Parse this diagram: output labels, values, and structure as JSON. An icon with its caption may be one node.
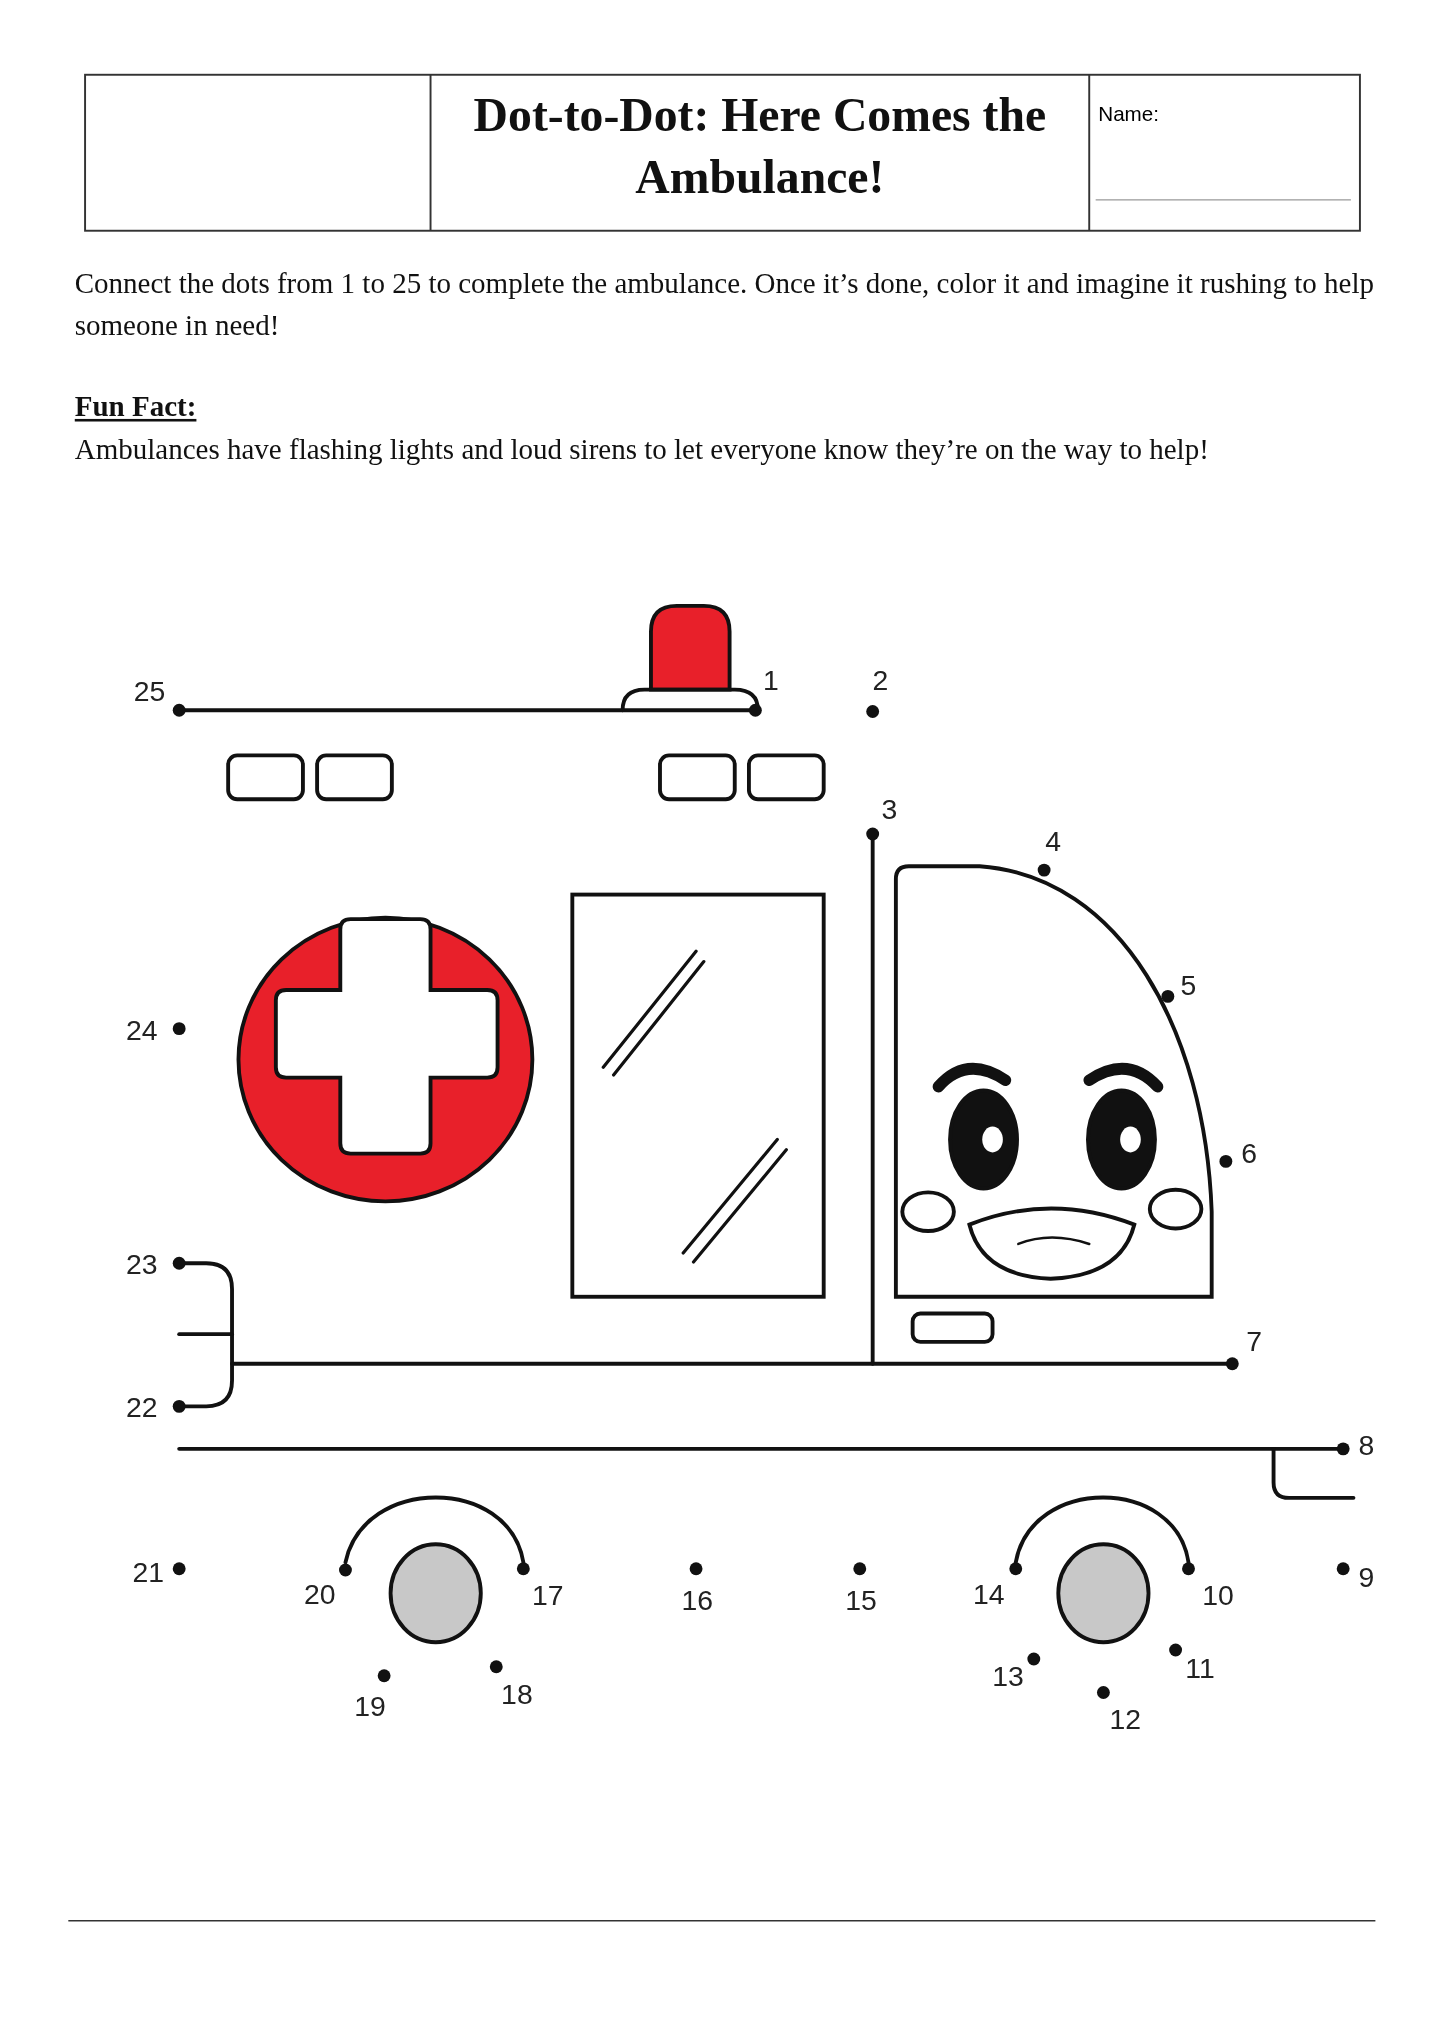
{
  "diagram": {
    "title": "Dot-to-Dot: Here Comes the Ambulance!",
    "labels": [
      "Name:",
      "Connect the dots from 1 to 25 to complete the ambulance. Once it’s done, color it and imagine it rushing to help someone in need!",
      "Fun Fact:",
      "Ambulances have flashing lights and loud sirens to let everyone know they’re on the way to help!",
      "1",
      "2",
      "3",
      "4",
      "5",
      "6",
      "7",
      "8",
      "9",
      "10",
      "11",
      "12",
      "13",
      "14",
      "15",
      "16",
      "17",
      "18",
      "19",
      "20",
      "21",
      "22",
      "23",
      "24",
      "25"
    ]
  }
}
